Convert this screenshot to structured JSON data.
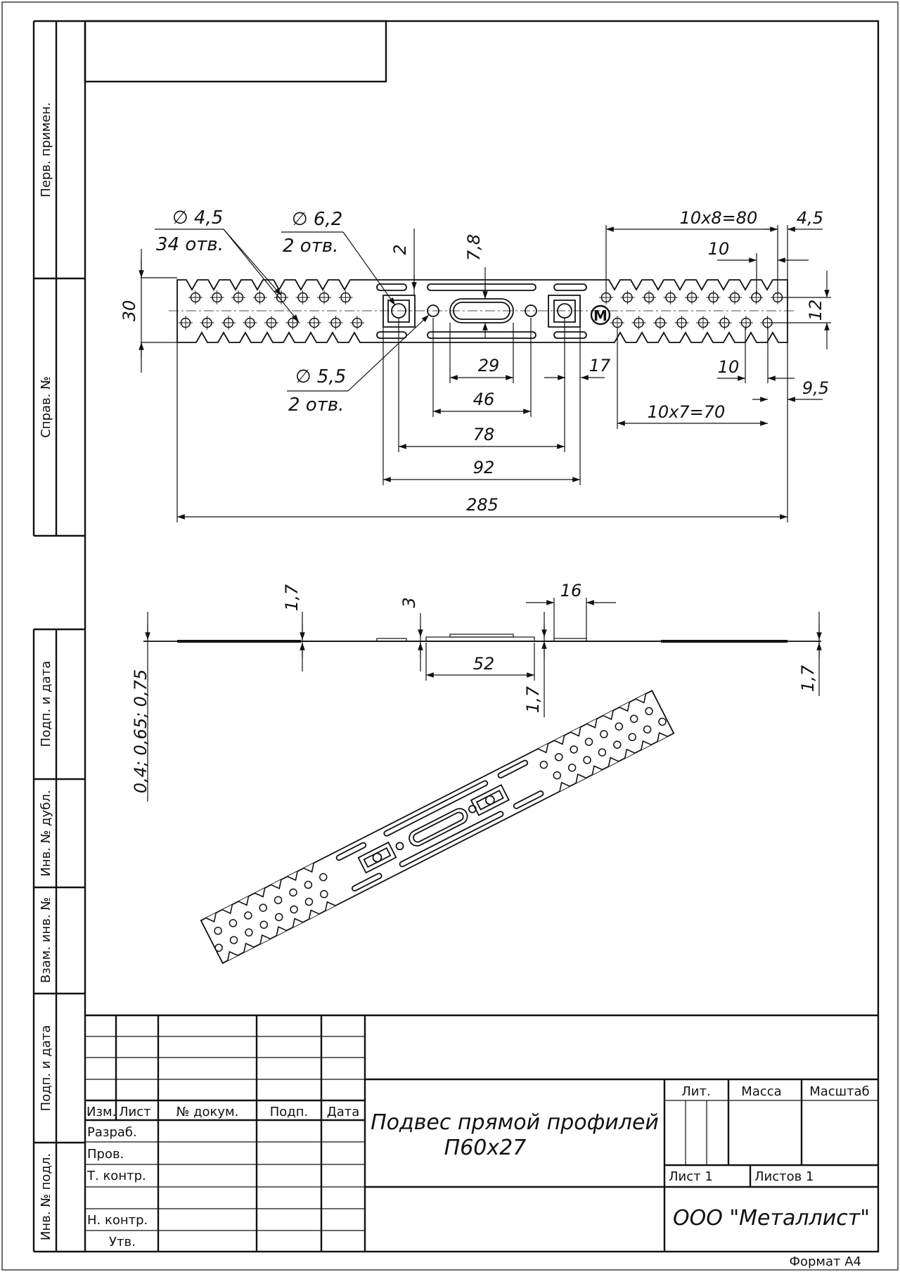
{
  "side_labels": {
    "perv_primen": "Перв. примен.",
    "sprav_no": "Справ. №",
    "podp_data_1": "Подп. и дата",
    "inv_no_dubl": "Инв. № дубл.",
    "vzam_inv_no": "Взам. инв. №",
    "podp_data_2": "Подп. и дата",
    "inv_no_podl": "Инв. № подл."
  },
  "plan_dimensions": {
    "hole_small_dia": "∅ 4,5",
    "hole_small_count": "34 отв.",
    "hole_big_dia": "∅ 6,2",
    "hole_big_count": "2 отв.",
    "hole_mid_dia": "∅ 5,5",
    "hole_mid_count": "2 отв.",
    "d_2": "2",
    "d_7_8": "7,8",
    "d_30": "30",
    "d_29": "29",
    "d_46": "46",
    "d_78": "78",
    "d_92": "92",
    "d_285": "285",
    "d_17": "17",
    "d_10x8": "10x8=80",
    "d_4_5": "4,5",
    "d_10_top": "10",
    "d_12": "12",
    "d_10_bottom": "10",
    "d_9_5": "9,5",
    "d_10x7": "10x7=70",
    "logo_letter": "M"
  },
  "side_dimensions": {
    "d_1_7_left": "1,7",
    "d_3": "3",
    "d_16": "16",
    "d_52": "52",
    "d_1_7_mid": "1,7",
    "d_1_7_right": "1,7",
    "thickness": "0,4; 0,65; 0,75"
  },
  "title_block": {
    "headers": {
      "izm": "Изм.",
      "list": "Лист",
      "doc_no": "№ докум.",
      "podp": "Подп.",
      "data": "Дата"
    },
    "rows": {
      "razrab": "Разраб.",
      "prov": "Пров.",
      "t_kontr": "Т. контр.",
      "n_kontr": "Н. контр.",
      "utv": "Утв."
    },
    "title_line1": "Подвес прямой профилей",
    "title_line2": "П60х27",
    "lit": "Лит.",
    "massa": "Масса",
    "masshtab": "Масштаб",
    "list_1": "Лист 1",
    "listov_1": "Листов 1",
    "company": "ООО \"Металлист\""
  },
  "format_label": "Формат А4"
}
